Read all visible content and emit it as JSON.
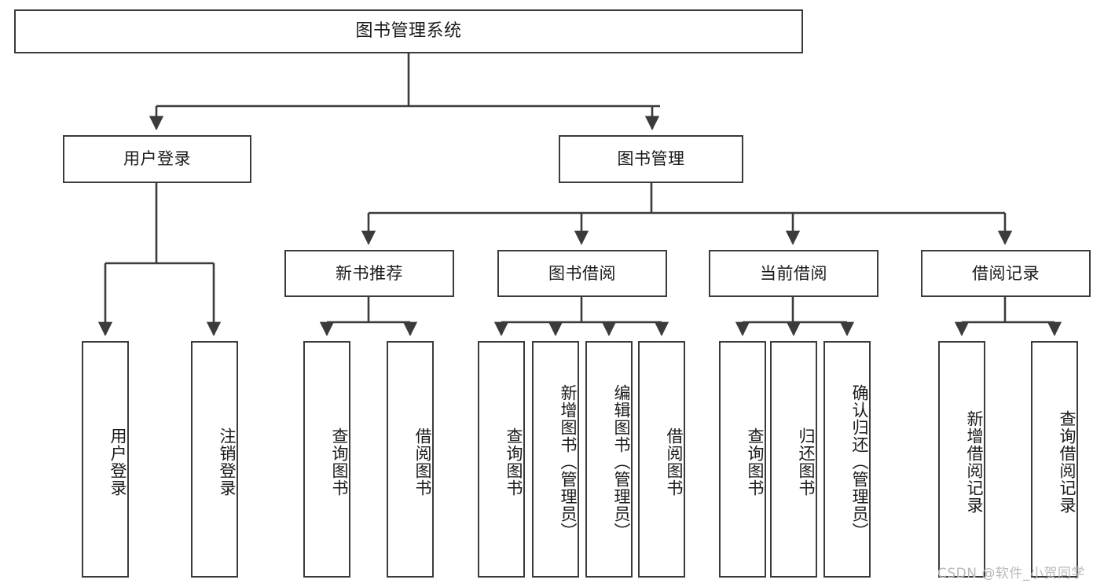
{
  "diagram": {
    "type": "tree-hierarchy",
    "title": "图书管理系统",
    "stroke_color": "#3b3b3b",
    "background_color": "#ffffff",
    "text_color": "#1a1a1a",
    "levels": [
      {
        "level": 1,
        "nodes": [
          {
            "id": "root",
            "label": "图书管理系统",
            "orientation": "horizontal"
          }
        ]
      },
      {
        "level": 2,
        "nodes": [
          {
            "id": "login",
            "label": "用户登录",
            "orientation": "horizontal",
            "parent": "root"
          },
          {
            "id": "bookmgmt",
            "label": "图书管理",
            "orientation": "horizontal",
            "parent": "root"
          }
        ]
      },
      {
        "level": 3,
        "nodes": [
          {
            "id": "newbook",
            "label": "新书推荐",
            "orientation": "horizontal",
            "parent": "bookmgmt"
          },
          {
            "id": "borrow",
            "label": "图书借阅",
            "orientation": "horizontal",
            "parent": "bookmgmt"
          },
          {
            "id": "current",
            "label": "当前借阅",
            "orientation": "horizontal",
            "parent": "bookmgmt"
          },
          {
            "id": "records",
            "label": "借阅记录",
            "orientation": "horizontal",
            "parent": "bookmgmt"
          }
        ]
      },
      {
        "level": 4,
        "nodes": [
          {
            "id": "leaf1",
            "label": "用户登录",
            "orientation": "vertical",
            "parent": "login"
          },
          {
            "id": "leaf2",
            "label": "注销登录",
            "orientation": "vertical",
            "parent": "login"
          },
          {
            "id": "leaf3",
            "label": "查询图书",
            "orientation": "vertical",
            "parent": "newbook"
          },
          {
            "id": "leaf4",
            "label": "借阅图书",
            "orientation": "vertical",
            "parent": "newbook"
          },
          {
            "id": "leaf5",
            "label": "查询图书",
            "orientation": "vertical",
            "parent": "borrow"
          },
          {
            "id": "leaf6",
            "label": "新增图书（管理员）",
            "orientation": "vertical",
            "parent": "borrow"
          },
          {
            "id": "leaf7",
            "label": "编辑图书（管理员）",
            "orientation": "vertical",
            "parent": "borrow"
          },
          {
            "id": "leaf8",
            "label": "借阅图书",
            "orientation": "vertical",
            "parent": "borrow"
          },
          {
            "id": "leaf9",
            "label": "查询图书",
            "orientation": "vertical",
            "parent": "current"
          },
          {
            "id": "leaf10",
            "label": "归还图书",
            "orientation": "vertical",
            "parent": "current"
          },
          {
            "id": "leaf11",
            "label": "确认归还（管理员）",
            "orientation": "vertical",
            "parent": "current"
          },
          {
            "id": "leaf12",
            "label": "新增借阅记录",
            "orientation": "vertical",
            "parent": "records"
          },
          {
            "id": "leaf13",
            "label": "查询借阅记录",
            "orientation": "vertical",
            "parent": "records"
          }
        ]
      }
    ]
  },
  "watermark": {
    "text": "CSDN @软件_小贺同学"
  }
}
